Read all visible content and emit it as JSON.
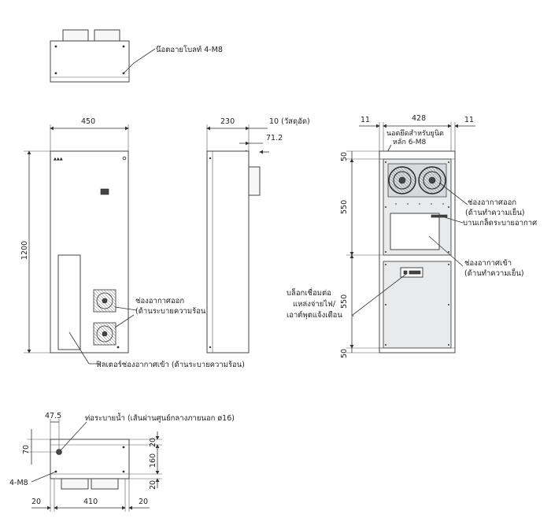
{
  "top_view": {
    "bolt_label": "น๊อตอายโบลท์ 4-M8"
  },
  "front_view": {
    "width_dim": "450",
    "height_dim": "1200",
    "exhaust_label_line1": "ช่องอากาศออก",
    "exhaust_label_line2": "(ด้านระบายความร้อน)",
    "filter_label": "ฟิลเตอร์ช่องอากาศเข้า (ด้านระบายความร้อน)"
  },
  "side_view": {
    "depth_dim": "230",
    "weld_dim": "10 (วัสดุอัด)",
    "offset_dim": "71.2"
  },
  "back_view": {
    "left_margin_dim": "11",
    "width_dim": "428",
    "right_margin_dim": "11",
    "nut_label_line1": "นอตยึดสำหรับยูนิต",
    "nut_label_line2": "หลัก 6-M8",
    "dim_top": "50",
    "dim_upper": "550",
    "dim_lower": "550",
    "dim_bottom": "50",
    "outlet_label_line1": "ช่องอากาศออก",
    "outlet_label_line2": "(ด้านทำความเย็น)",
    "louver_label": "บานเกล็ดระบายอากาศ",
    "inlet_label_line1": "ช่องอากาศเข้า",
    "inlet_label_line2": "(ด้านทำความเย็น)",
    "terminal_label_line1": "บล็อกเชื่อมต่อ",
    "terminal_label_line2": "แหล่งจ่ายไฟ/",
    "terminal_label_line3": "เอาต์พุตแจ้งเตือน"
  },
  "bottom_view": {
    "drain_dim": "47.5",
    "drain_label": "ท่อระบายน้ำ (เส้นผ่านศูนย์กลางภายนอก ø16)",
    "dim_70": "70",
    "dim_20_top": "20",
    "dim_160": "160",
    "dim_20_right": "20",
    "bolt_label": "4-M8",
    "dim_20_left": "20",
    "dim_410": "410",
    "dim_20_bottom": "20"
  }
}
